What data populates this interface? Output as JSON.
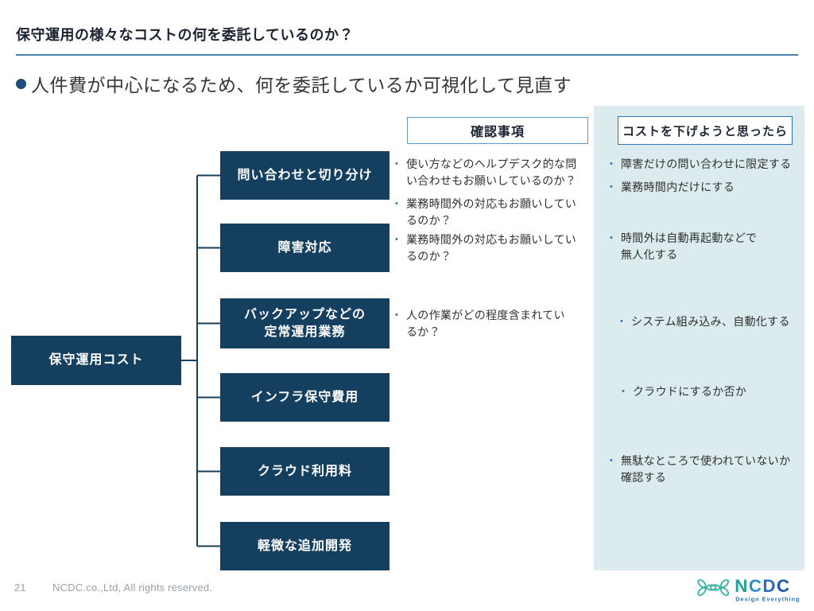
{
  "slide_title": "保守運用の様々なコストの何を委託しているのか？",
  "key_message": "人件費が中心になるため、何を委託しているか可視化して見直す",
  "columns": {
    "check_header": "確認事項",
    "reduce_header": "コストを下げようと思ったら"
  },
  "diagram": {
    "root_label": "保守運用コスト",
    "rows": [
      {
        "box": "問い合わせと切り分け",
        "check_items": [
          [
            "使い方などのヘルプデスク的な問",
            "い合わせもお願いしているのか？"
          ],
          [
            "業務時間外の対応もお願いしてい",
            "るのか？"
          ]
        ],
        "reduce_items": [
          [
            "障害だけの問い合わせに限定する"
          ],
          [
            "業務時間内だけにする"
          ]
        ]
      },
      {
        "box": "障害対応",
        "check_items": [
          [
            "業務時間外の対応もお願いしてい",
            "るのか？"
          ]
        ],
        "reduce_items": [
          [
            "時間外は自動再起動などで",
            "無人化する"
          ]
        ]
      },
      {
        "box": [
          "バックアップなどの",
          "定常運用業務"
        ],
        "check_items": [
          [
            "人の作業がどの程度含まれてい",
            "るか？"
          ]
        ],
        "reduce_items": [
          [
            "システム組み込み、自動化する"
          ]
        ]
      },
      {
        "box": "インフラ保守費用",
        "check_items": [],
        "reduce_items": [
          [
            "クラウドにするか否か"
          ]
        ]
      },
      {
        "box": "クラウド利用料",
        "check_items": [],
        "reduce_items": [
          [
            "無駄なところで使われていないか",
            "確認する"
          ]
        ]
      },
      {
        "box": "軽微な追加開発",
        "check_items": [],
        "reduce_items": []
      }
    ]
  },
  "footer": {
    "page_number": "21",
    "copyright": "NCDC.co.,Ltd, All rights reserved."
  },
  "logo": {
    "letters": [
      "N",
      "C",
      "D",
      "C"
    ],
    "tagline": "Design Everything"
  },
  "bullet_glyph": "•",
  "colors": {
    "box_navy": "#143f5f",
    "connector_navy": "#17405f",
    "accent_blue": "#2e75b6",
    "check_header_border": "#5b9bd5",
    "panel_bg": "#dcecee",
    "title_rule_blue": "#4b7fae",
    "key_bullet_navy": "#1f4e79",
    "footer_gray": "#9aa1a8",
    "logo_teal": "#3cb4a4",
    "logo_blue": "#2c74b8"
  }
}
